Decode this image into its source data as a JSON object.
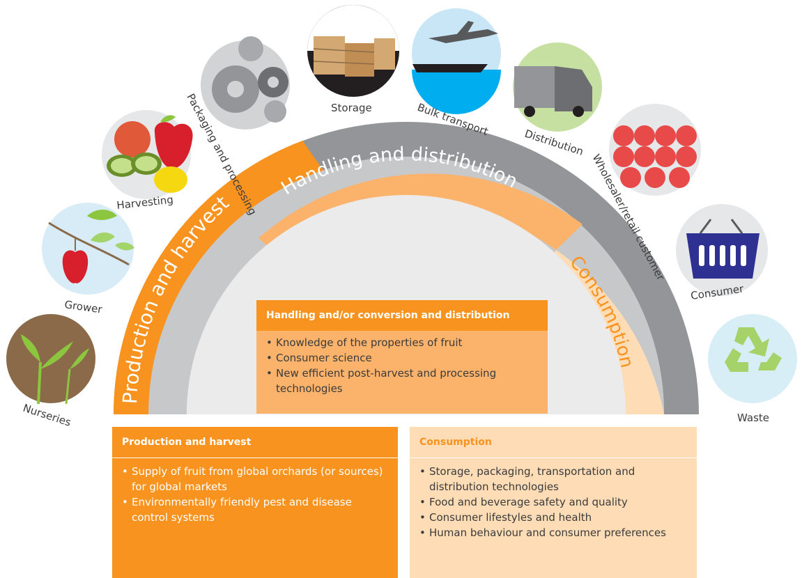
{
  "arc": {
    "production": "Production and harvest",
    "handling": "Handling and distribution",
    "consumption": "Consumption"
  },
  "stages": [
    {
      "label": "Nurseries",
      "icon": "seedling-icon"
    },
    {
      "label": "Grower",
      "icon": "apple-branch-icon"
    },
    {
      "label": "Harvesting",
      "icon": "fruit-icon"
    },
    {
      "label": "Packaging and processing",
      "icon": "gears-icon"
    },
    {
      "label": "Storage",
      "icon": "crates-icon"
    },
    {
      "label": "Bulk transport",
      "icon": "plane-ship-icon"
    },
    {
      "label": "Distribution",
      "icon": "truck-icon"
    },
    {
      "label": "Wholesaler/retail customer",
      "icon": "apples-crate-icon"
    },
    {
      "label": "Consumer",
      "icon": "basket-icon"
    },
    {
      "label": "Waste",
      "icon": "recycle-icon"
    }
  ],
  "boxes": {
    "handling": {
      "title": "Handling and/or conversion and distribution",
      "items": [
        "Knowledge of the properties of fruit",
        "Consumer science",
        "New efficient post-harvest and processing technologies"
      ]
    },
    "production": {
      "title": "Production and harvest",
      "items": [
        "Supply of fruit from global orchards (or sources) for global markets",
        "Environmentally friendly pest and disease control systems"
      ]
    },
    "consumption": {
      "title": "Consumption",
      "items": [
        "Storage, packaging, transportation and distribution technologies",
        "Food and beverage safety and quality",
        "Consumer lifestyles and health",
        "Human behaviour and consumer preferences"
      ]
    }
  },
  "colors": {
    "orange": "#f7931e",
    "light_orange": "#fbb26b",
    "pale_orange": "#fddcb6",
    "dark_grey": "#939598",
    "mid_grey": "#c7c8ca",
    "light_grey": "#e6e7e8"
  }
}
